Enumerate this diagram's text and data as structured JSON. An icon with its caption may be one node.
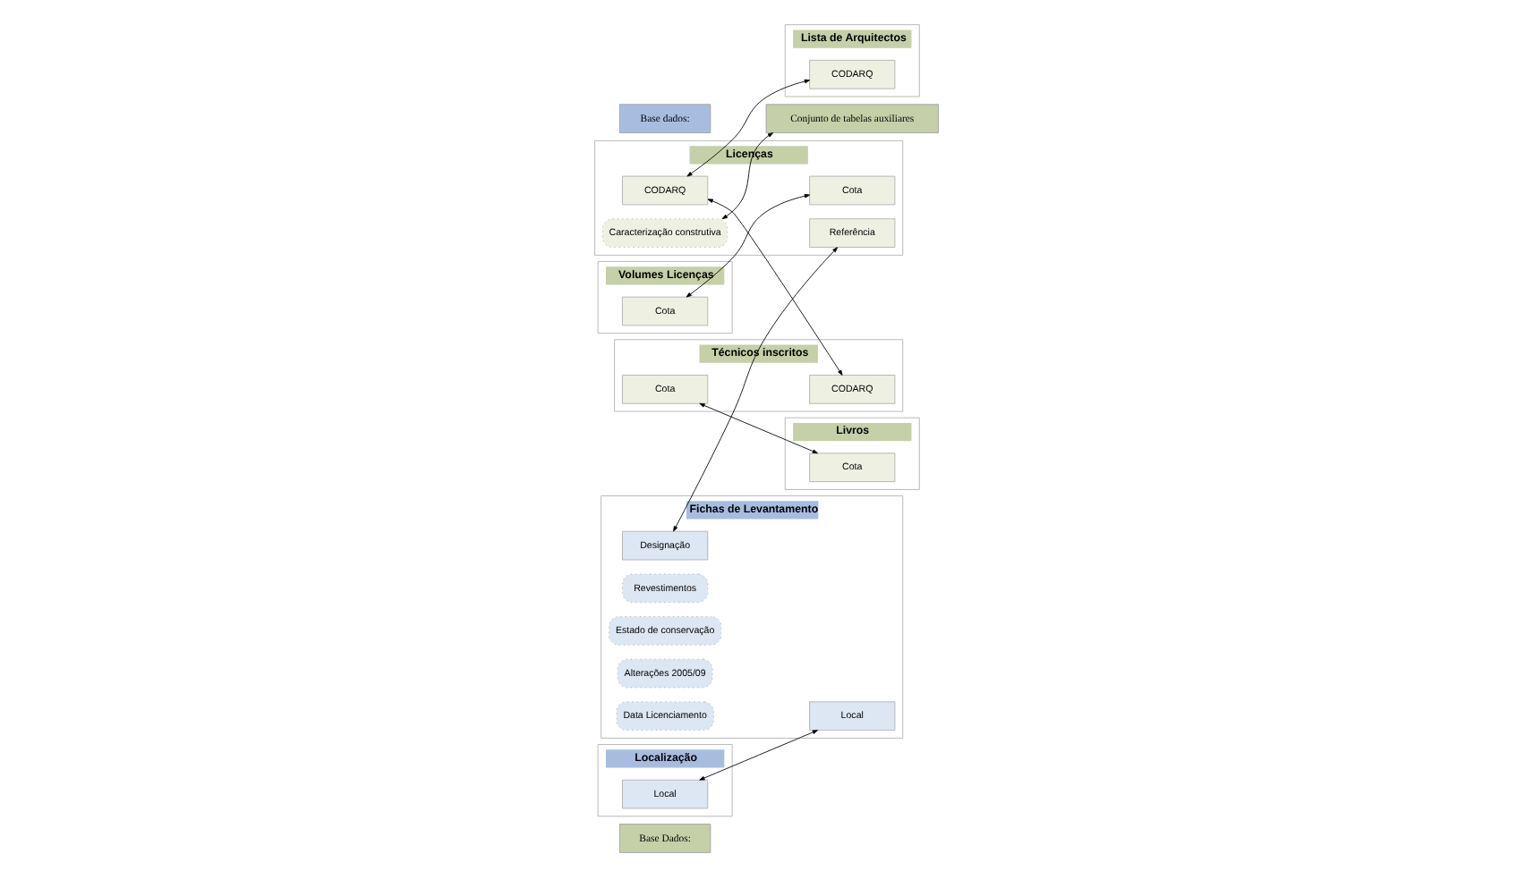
{
  "diagram": {
    "nodes": [
      {
        "text": [
          "Base Dados:"
        ]
      },
      {
        "text": [
          "Volumes Licenças"
        ]
      },
      {
        "text": [
          "Cota"
        ],
        "in": 1
      },
      {
        "text": [
          "Licenças"
        ]
      },
      {
        "text": [
          "Cota"
        ],
        "in": 3
      },
      {
        "text": [
          "CODARQ"
        ],
        "in": 3
      },
      {
        "text": [
          "Referência"
        ],
        "in": 3
      },
      {
        "text": [
          "Caracterização construtiva"
        ],
        "in": 3
      },
      {
        "text": [
          "Lista de Arquitectos"
        ]
      },
      {
        "text": [
          "CODARQ"
        ],
        "in": 8
      },
      {
        "text": [
          "Localização"
        ]
      },
      {
        "text": [
          "Local"
        ],
        "in": 10
      },
      {
        "text": [
          "Fichas de Levantamento"
        ]
      },
      {
        "text": [
          "Designação"
        ],
        "in": 12
      },
      {
        "text": [
          "Local"
        ],
        "in": 12
      },
      {
        "text": [
          "Revestimentos"
        ],
        "in": 12
      },
      {
        "text": [
          "Estado de conservação"
        ],
        "in": 12
      },
      {
        "text": [
          "Alterações 2005/09"
        ],
        "in": 12
      },
      {
        "text": [
          "Data Licenciamento"
        ],
        "in": 12
      },
      {
        "text": [
          "Técnicos inscritos"
        ]
      },
      {
        "text": [
          "CODARQ"
        ],
        "in": 19
      },
      {
        "text": [
          "Cota"
        ],
        "in": 19
      },
      {
        "text": [
          "Livros"
        ]
      },
      {
        "text": [
          "Cota"
        ],
        "in": 22
      },
      {
        "text": [
          "Conjunto de tabelas auxiliares"
        ]
      },
      {
        "text": [
          "Base dados:"
        ]
      }
    ],
    "edges": [
      {
        "from": 2,
        "to": 4,
        "arrow": "both"
      },
      {
        "from": 5,
        "to": 9,
        "arrow": "both"
      },
      {
        "from": 5,
        "to": 20,
        "arrow": "both"
      },
      {
        "from": 13,
        "to": 6,
        "arrow": "both"
      },
      {
        "from": 11,
        "to": 14,
        "arrow": "both"
      },
      {
        "from": 7,
        "to": 24,
        "arrow": "both"
      },
      {
        "from": 21,
        "to": 23,
        "arrow": "both"
      }
    ]
  }
}
